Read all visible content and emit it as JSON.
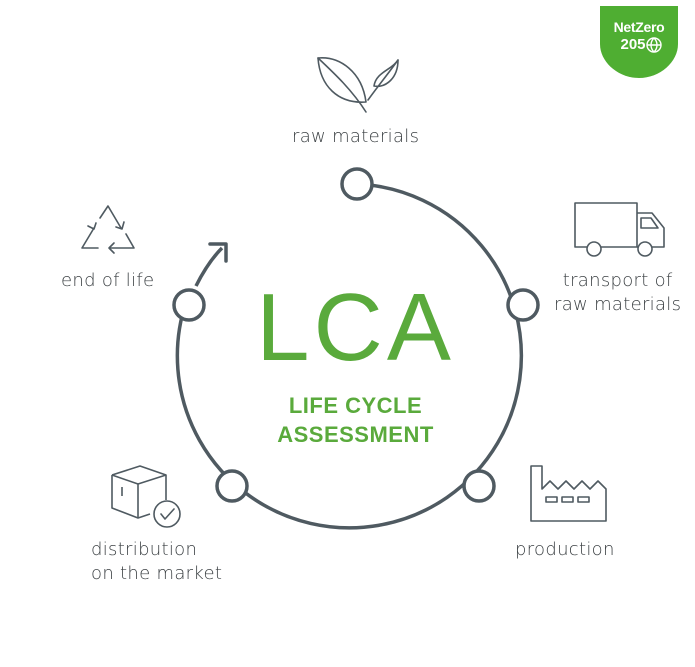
{
  "diagram": {
    "center": {
      "acronym": "LCA",
      "subtitle_line1": "LIFE CYCLE",
      "subtitle_line2": "ASSESSMENT"
    },
    "stages": [
      {
        "id": "raw-materials",
        "lines": [
          "raw materials"
        ],
        "icon": "leaf-icon"
      },
      {
        "id": "transport",
        "lines": [
          "transport of",
          "raw materials"
        ],
        "icon": "truck-icon"
      },
      {
        "id": "production",
        "lines": [
          "production"
        ],
        "icon": "factory-icon"
      },
      {
        "id": "distribution",
        "lines": [
          "distribution",
          "on the market"
        ],
        "icon": "box-check-icon"
      },
      {
        "id": "end-of-life",
        "lines": [
          "end of life"
        ],
        "icon": "recycle-icon"
      }
    ],
    "colors": {
      "accent_green": "#5aaa3c",
      "line_gray": "#4f5a61",
      "text_gray": "#3c4144",
      "badge_green": "#4fae32"
    }
  },
  "badge": {
    "line1": "NetZero",
    "line2": "205",
    "icon": "globe-icon"
  }
}
